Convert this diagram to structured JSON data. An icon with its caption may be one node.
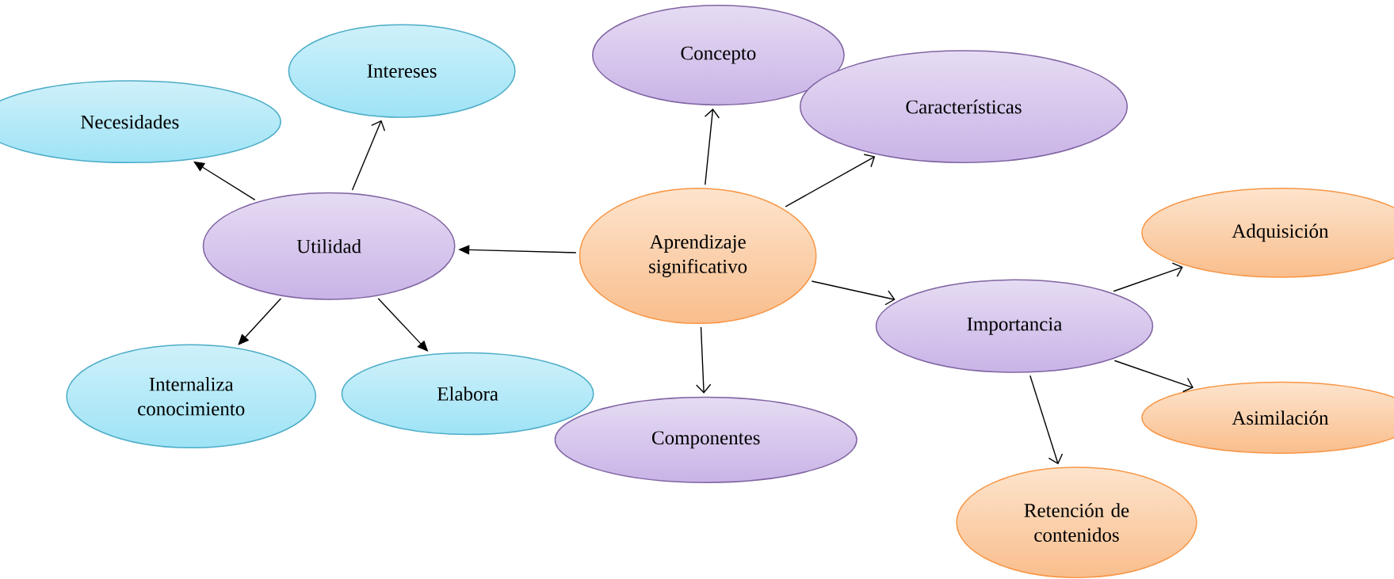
{
  "diagram": {
    "nodes": [
      {
        "text": [
          "Aprendizaje significativo"
        ]
      },
      {
        "text": [
          "Concepto"
        ]
      },
      {
        "text": [
          "Características"
        ]
      },
      {
        "text": [
          "Utilidad"
        ]
      },
      {
        "text": [
          "Necesidades"
        ]
      },
      {
        "text": [
          "Intereses"
        ]
      },
      {
        "text": [
          "Internaliza conocimiento"
        ]
      },
      {
        "text": [
          "Elabora"
        ]
      },
      {
        "text": [
          "Componentes"
        ]
      },
      {
        "text": [
          "Importancia"
        ]
      },
      {
        "text": [
          "Adquisición"
        ]
      },
      {
        "text": [
          "Asimilación"
        ]
      },
      {
        "text": [
          "Retención de contenidos"
        ]
      }
    ],
    "edges": [
      {
        "from": 0,
        "to": 3,
        "arrow": "to"
      },
      {
        "from": 3,
        "to": 4,
        "arrow": "to"
      },
      {
        "from": 3,
        "to": 5,
        "arrow": "to"
      },
      {
        "from": 3,
        "to": 6,
        "arrow": "to"
      },
      {
        "from": 3,
        "to": 7,
        "arrow": "to"
      },
      {
        "from": 0,
        "to": 1,
        "arrow": "to"
      },
      {
        "from": 0,
        "to": 2,
        "arrow": "to"
      },
      {
        "from": 0,
        "to": 8,
        "arrow": "to"
      },
      {
        "from": 0,
        "to": 9,
        "arrow": "to"
      },
      {
        "from": 9,
        "to": 10,
        "arrow": "to"
      },
      {
        "from": 9,
        "to": 11,
        "arrow": "to"
      },
      {
        "from": 9,
        "to": 12,
        "arrow": "to"
      }
    ]
  }
}
